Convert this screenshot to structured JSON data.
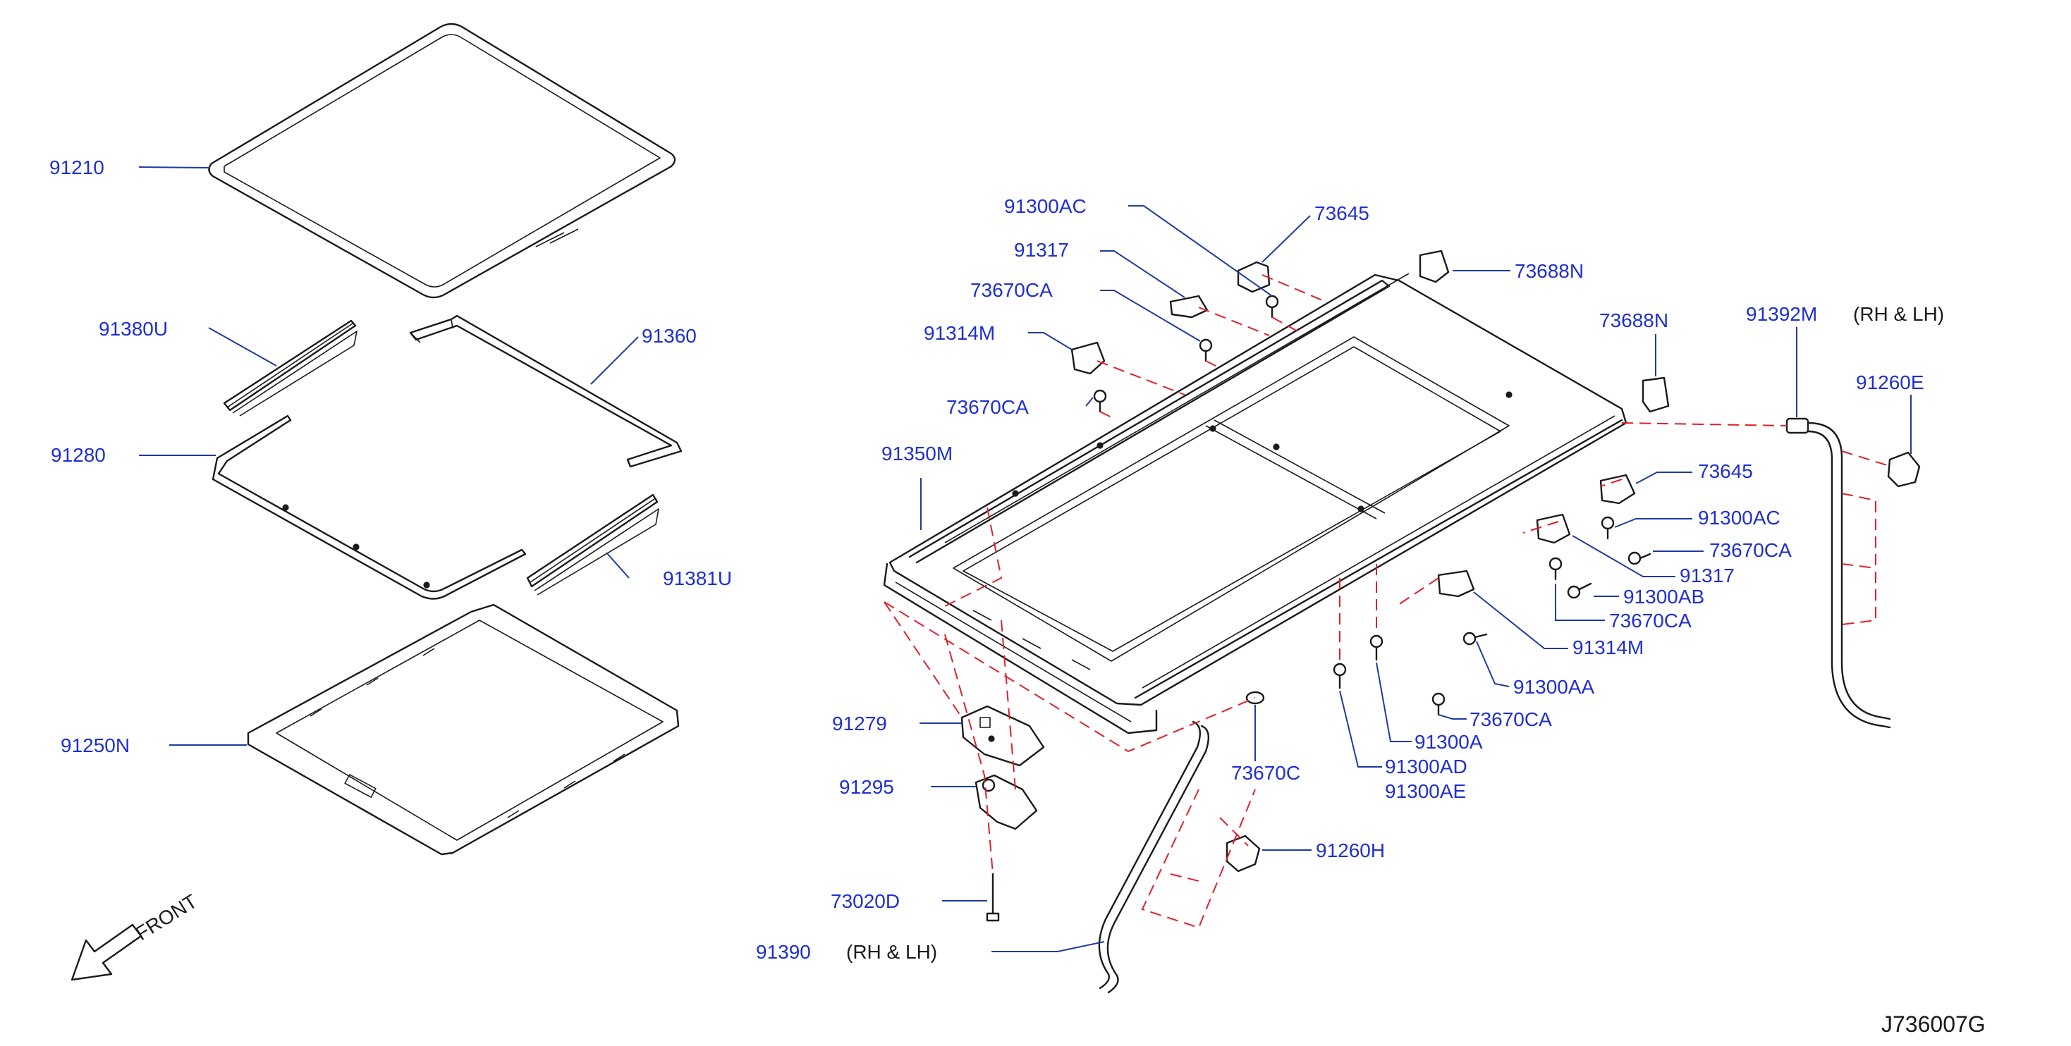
{
  "diagram_code": "J736007G",
  "front_label": "FRONT",
  "parts": {
    "p91210": "91210",
    "p91380U": "91380U",
    "p91360": "91360",
    "p91280": "91280",
    "p91381U": "91381U",
    "p91250N": "91250N",
    "p91300AC_a": "91300AC",
    "p73645_a": "73645",
    "p91317_a": "91317",
    "p73670CA_a": "73670CA",
    "p91314M_a": "91314M",
    "p73670CA_b": "73670CA",
    "p91350M": "91350M",
    "p73688N_a": "73688N",
    "p73688N_b": "73688N",
    "p91392M": "91392M",
    "p91392M_note": "(RH  &  LH)",
    "p91260E": "91260E",
    "p73645_b": "73645",
    "p91300AC_b": "91300AC",
    "p73670CA_c": "73670CA",
    "p91317_b": "91317",
    "p91300AB": "91300AB",
    "p73670CA_d": "73670CA",
    "p91314M_b": "91314M",
    "p91300AA": "91300AA",
    "p73670CA_e": "73670CA",
    "p91300A": "91300A",
    "p91300AD": "91300AD",
    "p91300AE": "91300AE",
    "p73670C": "73670C",
    "p91279": "91279",
    "p91295": "91295",
    "p73020D": "73020D",
    "p91390": "91390",
    "p91390_note": "(RH  &  LH)",
    "p91260H": "91260H"
  }
}
